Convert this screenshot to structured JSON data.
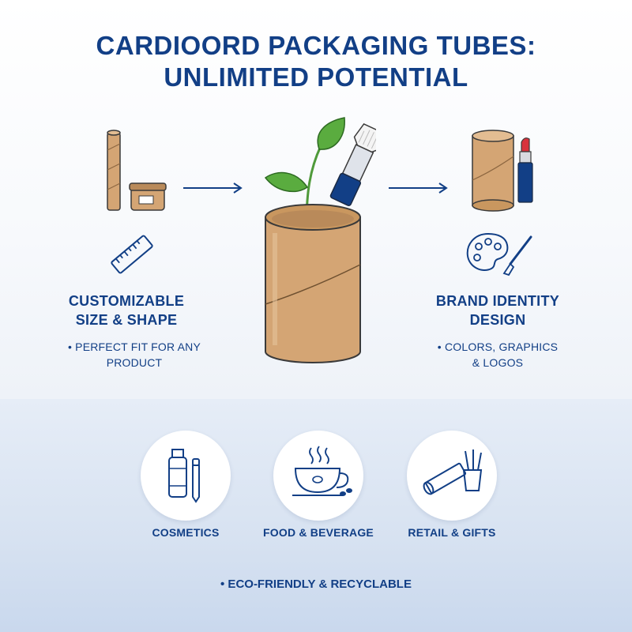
{
  "title": {
    "line1": "CARDIOORD PACKAGING TUBES:",
    "line2": "UNLIMITED POTENTIAL"
  },
  "features": [
    {
      "title_line1": "CUSTOMIZABLE",
      "title_line2": "SIZE & SHAPE",
      "bullet_line1": "• PERFECT FIT FOR ANY",
      "bullet_line2": "PRODUCT",
      "icon": "ruler-icon"
    },
    {
      "title_line1": "BRAND IDENTITY",
      "title_line2": "DESIGN",
      "bullet_line1": "• COLORS, GRAPHICS",
      "bullet_line2": "& LOGOS",
      "icon": "palette-icon"
    }
  ],
  "categories": [
    {
      "label": "COSMETICS",
      "icon": "cosmetics-bottles-icon"
    },
    {
      "label": "FOOD & BEVERAGE",
      "icon": "coffee-cup-icon"
    },
    {
      "label": "RETAIL & GIFTS",
      "icon": "gift-tube-pencils-icon"
    }
  ],
  "eco_label": "• ECO-FRIENDLY & RECYCLABLE",
  "colors": {
    "navy": "#123f86",
    "kraft": "#d4a574",
    "kraft_dark": "#b98a5a",
    "leaf": "#4f9a3a",
    "lipstick": "#d8323c"
  }
}
